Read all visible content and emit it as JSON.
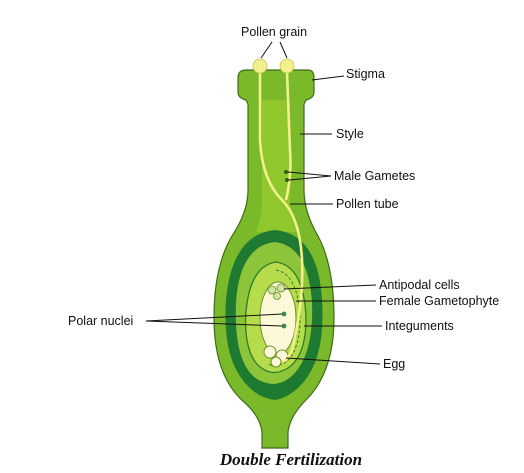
{
  "title": "Double Fertilization",
  "labels": {
    "pollen_grain": "Pollen grain",
    "stigma": "Stigma",
    "style": "Style",
    "male_gametes": "Male Gametes",
    "pollen_tube": "Pollen tube",
    "antipodal_cells": "Antipodal cells",
    "female_gametophyte": "Female Gametophyte",
    "polar_nuclei": "Polar nuclei",
    "integuments": "Integuments",
    "egg": "Egg"
  },
  "colors": {
    "outer_green": "#7ab929",
    "light_green": "#9acd2e",
    "dark_green": "#1e7a30",
    "mid_green": "#5aa83a",
    "pollen_tube": "#f2f08c",
    "embryo_sac": "#fdf8d8",
    "outline": "#3f6b1a"
  }
}
